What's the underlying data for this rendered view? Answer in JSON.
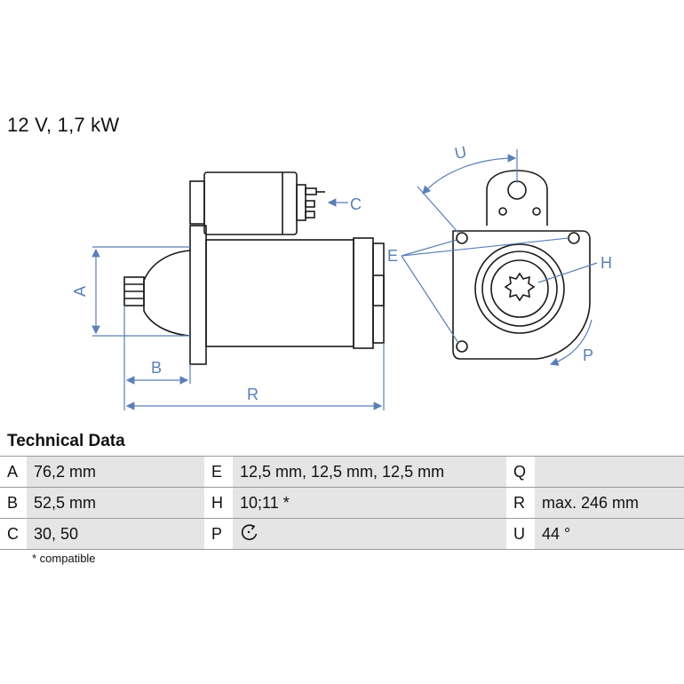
{
  "header": {
    "spec": "12 V, 1,7 kW"
  },
  "drawing": {
    "labels": {
      "A": "A",
      "B": "B",
      "R": "R",
      "C": "C",
      "E": "E",
      "H": "H",
      "P": "P",
      "U": "U"
    },
    "line_color": "#1a1a1a",
    "dim_color": "#5b7fb5"
  },
  "technical_data": {
    "title": "Technical Data",
    "rows": [
      [
        {
          "key": "A",
          "value": "76,2 mm"
        },
        {
          "key": "E",
          "value": "12,5 mm, 12,5 mm, 12,5 mm"
        },
        {
          "key": "Q",
          "value": ""
        }
      ],
      [
        {
          "key": "B",
          "value": "52,5 mm"
        },
        {
          "key": "H",
          "value": "10;11 *"
        },
        {
          "key": "R",
          "value": "max. 246 mm"
        }
      ],
      [
        {
          "key": "C",
          "value": "30, 50"
        },
        {
          "key": "P",
          "value": "",
          "icon": "rotation-clockwise-icon"
        },
        {
          "key": "U",
          "value": "44 °"
        }
      ]
    ],
    "footnote": "* compatible"
  }
}
